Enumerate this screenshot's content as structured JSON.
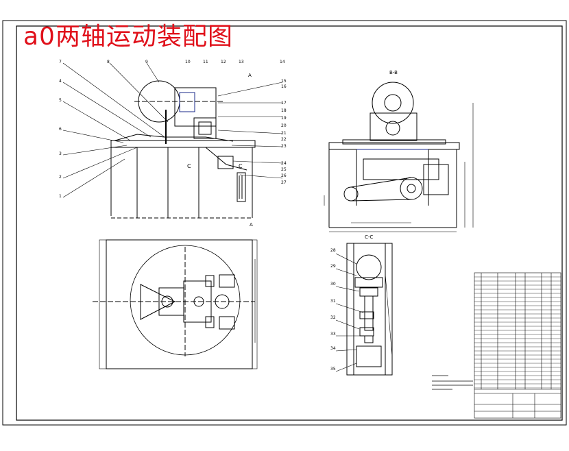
{
  "title": "a0两轴运动装配图",
  "colors": {
    "title": "#e0101a",
    "line": "#1a2a8a",
    "ink": "#000000"
  },
  "views": {
    "front": {
      "label_c": "C",
      "label_a": "A"
    },
    "side": {
      "label": "B-B"
    },
    "section": {
      "label": "C-C"
    }
  },
  "front_balloons_left": [
    "7",
    "8",
    "9",
    "10",
    "11",
    "12",
    "13",
    "14",
    "4",
    "5",
    "6",
    "3",
    "2",
    "1"
  ],
  "front_balloons_right": [
    "15",
    "16",
    "17",
    "18",
    "19",
    "20",
    "21",
    "22",
    "23",
    "24",
    "25",
    "26",
    "27"
  ],
  "section_balloons": [
    "28",
    "29",
    "30",
    "31",
    "32",
    "33",
    "34",
    "35"
  ]
}
